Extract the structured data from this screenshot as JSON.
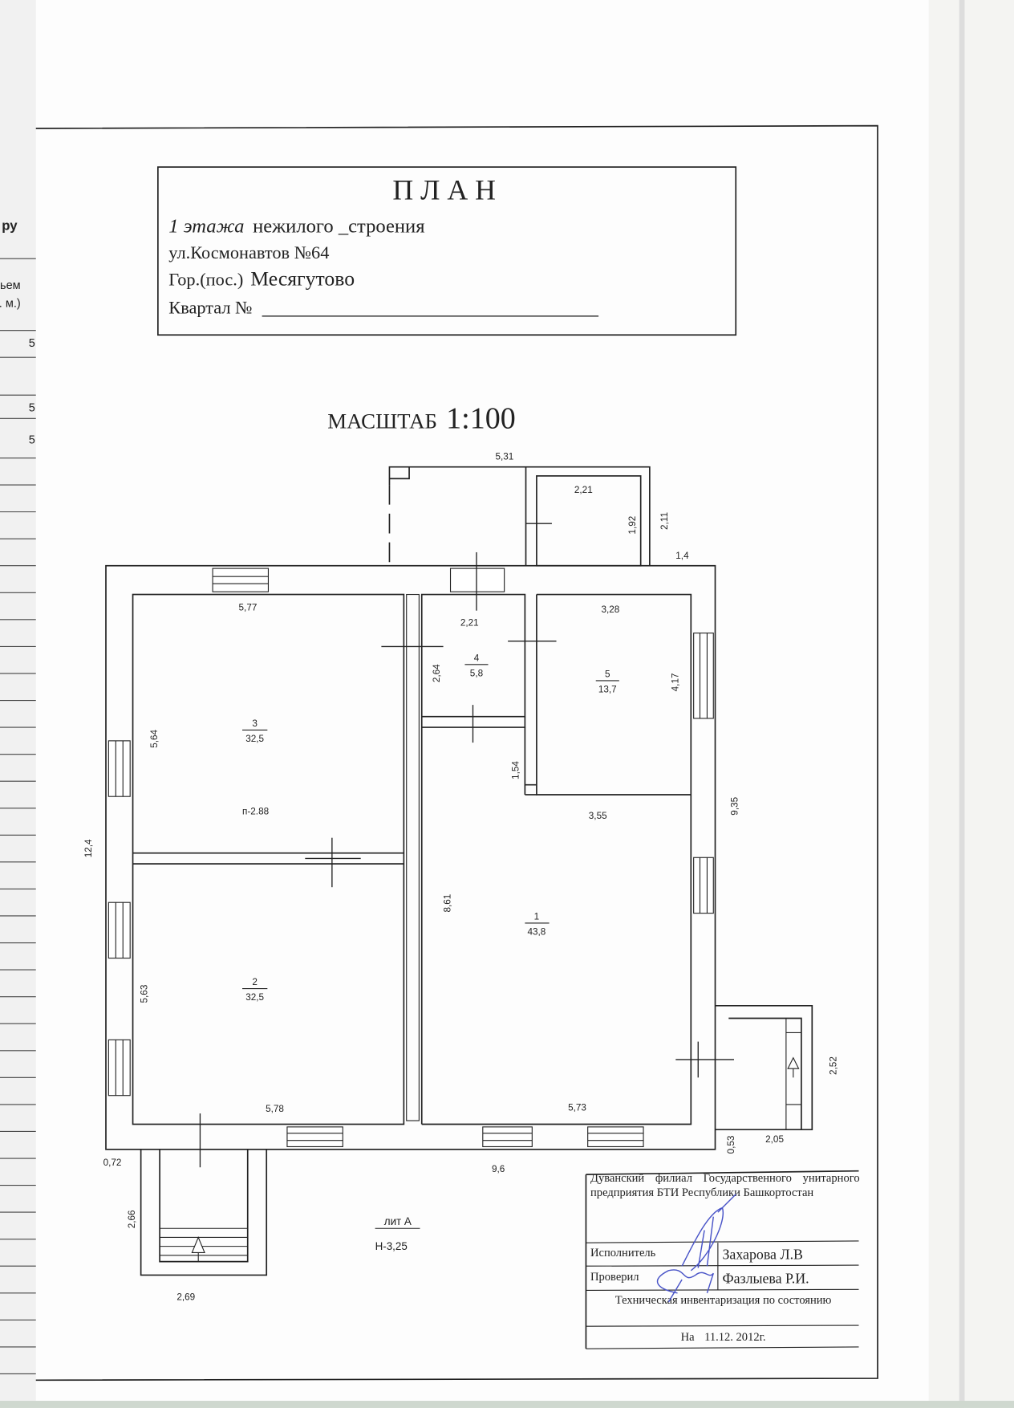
{
  "prev_page_fragments": [
    "ру",
    "ьем",
    "i. м.)",
    "5",
    "5",
    "5"
  ],
  "title_block": {
    "heading": "П Л А Н",
    "floor_italic": "1 этажа",
    "building_type": "нежилого _строения",
    "street": "ул.Космонавтов №64",
    "town_label": "Гор.(пос.)",
    "town": "Месягутово",
    "quarter_label": "Квартал №"
  },
  "scale": {
    "label": "МАСШТАБ",
    "value": "1:100"
  },
  "plan": {
    "rooms": [
      {
        "number": "1",
        "area": "43,8"
      },
      {
        "number": "2",
        "area": "32,5"
      },
      {
        "number": "3",
        "area": "32,5"
      },
      {
        "number": "4",
        "area": "5,8"
      },
      {
        "number": "5",
        "area": "13,7"
      }
    ],
    "dimensions": [
      "5,31",
      "2,21",
      "1,92",
      "2,11",
      "1,4",
      "5,77",
      "2,21",
      "3,28",
      "2,64",
      "4,17",
      "5,64",
      "1,54",
      "9,35",
      "3,55",
      "12,4",
      "8,61",
      "5,63",
      "2,52",
      "5,78",
      "5,73",
      "0,53",
      "2,05",
      "0,72",
      "9,6",
      "2,66",
      "2,69"
    ],
    "ceiling_height": "п-2.88",
    "letter": "лит А",
    "height": "Н-3,25"
  },
  "stamp": {
    "organization": "Дуванский филиал Государственного унитарного предприятия БТИ Республики Башкортостан",
    "executor_label": "Исполнитель",
    "executor": "Захарова Л.В",
    "checker_label": "Проверил",
    "checker": "Фазлыева Р.И.",
    "inventory_label": "Техническая инвентаризация по состоянию",
    "date_prefix": "На",
    "date": "11.12. 2012г."
  },
  "colors": {
    "ink": "#222222",
    "signature": "#4a55c8",
    "paper": "#fdfdfd"
  }
}
